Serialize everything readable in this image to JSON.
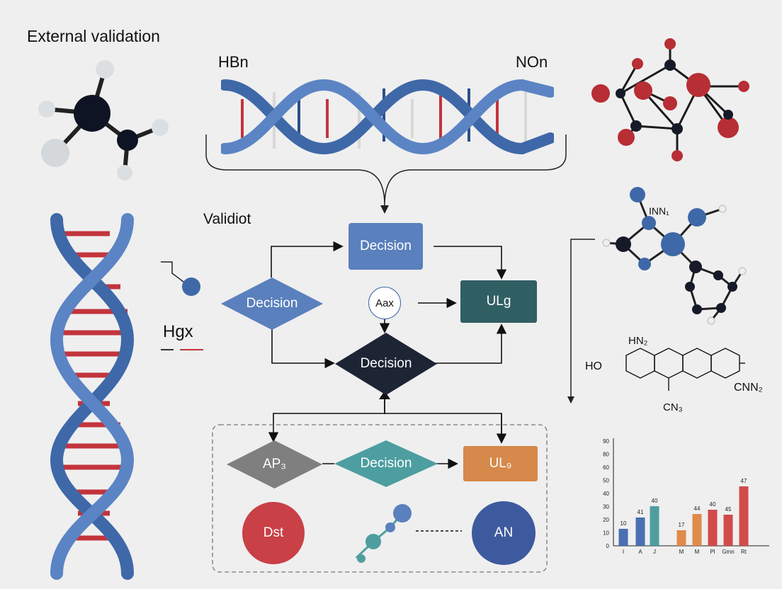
{
  "labels": {
    "title": "External validation",
    "hbn": "HBn",
    "non": "NOn",
    "validiot": "Validiot",
    "hgx": "Hgx",
    "inn": "INN₁"
  },
  "nodes": {
    "decision_top": "Decision",
    "decision_left": "Decision",
    "aax": "Aax",
    "ulg_top": "ULg",
    "decision_center": "Decision",
    "ap3": "AP₃",
    "decision_bottom": "Decision",
    "ulg_bottom": "UL₉",
    "dst": "Dst",
    "an": "AN"
  },
  "molecule": {
    "hn2": "HN₂",
    "ho": "HO",
    "cnn2": "CNN₂",
    "cn3": "CN₃"
  },
  "colors": {
    "blue": "#5a80bd",
    "navy": "#1d2535",
    "teal": "#305f63",
    "gray": "#7f7f7f",
    "teal_light": "#4d9ea0",
    "orange": "#d6894a",
    "red": "#c94046",
    "indigo": "#3e5a9e",
    "helix": "#3f68a8",
    "rung_red": "#c3343c"
  },
  "chart_data": {
    "type": "bar",
    "categories": [
      "I",
      "A",
      "J",
      "M",
      "M",
      "Pl",
      "Gmn",
      "Rt"
    ],
    "values": [
      10,
      41,
      40,
      17,
      44,
      40,
      45,
      47
    ],
    "bar_heights": [
      24,
      40,
      56,
      22,
      45,
      51,
      44,
      84
    ],
    "colors": [
      "#4a6fb2",
      "#4a6fb2",
      "#4e9ea0",
      "#e08a4b",
      "#e08a4b",
      "#d14b4b",
      "#d14b4b",
      "#d14b4b"
    ],
    "yticks": [
      "0",
      "10",
      "20",
      "30",
      "40",
      "50",
      "60",
      "80",
      "90"
    ],
    "ylim": [
      0,
      90
    ]
  }
}
